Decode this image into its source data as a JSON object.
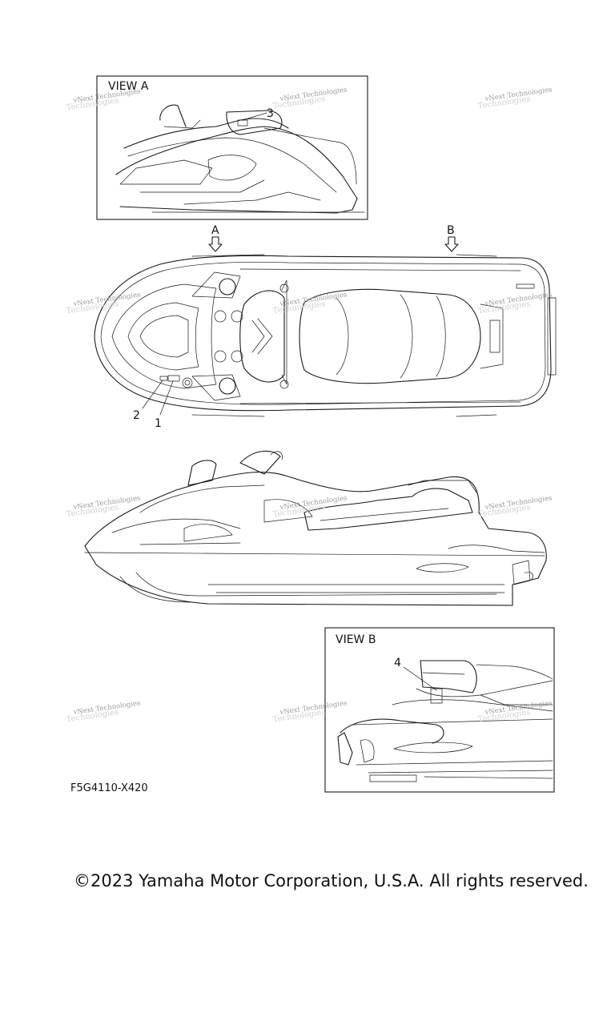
{
  "views": {
    "view_a": "VIEW A",
    "view_b": "VIEW B"
  },
  "arrows": {
    "a": "A",
    "b": "B"
  },
  "callouts": {
    "c1": "1",
    "c2": "2",
    "c3": "3",
    "c4": "4"
  },
  "watermark": "vNext Technologies",
  "diagram_code": "F5G4110-X420",
  "copyright": "©2023 Yamaha Motor Corporation, U.S.A. All rights reserved."
}
